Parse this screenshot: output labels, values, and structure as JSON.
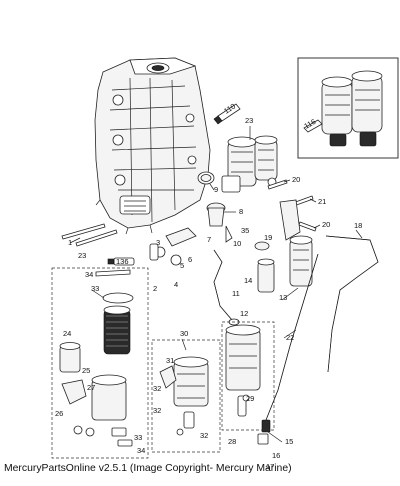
{
  "footer": {
    "caption": "MercuryPartsOnline v2.5.1 (Image Copyright- Mercury Marine)"
  },
  "tubes": {
    "tube_a": "110",
    "tube_b": "136",
    "tube_c": "116"
  },
  "callouts": [
    "1",
    "2",
    "3",
    "4",
    "5",
    "6",
    "7",
    "8",
    "9",
    "10",
    "11",
    "12",
    "13",
    "14",
    "15",
    "16",
    "17",
    "18",
    "19",
    "20",
    "20",
    "21",
    "22",
    "23",
    "23",
    "24",
    "25",
    "26",
    "27",
    "28",
    "29",
    "30",
    "31",
    "32",
    "32",
    "32",
    "33",
    "33",
    "34",
    "34",
    "35"
  ]
}
